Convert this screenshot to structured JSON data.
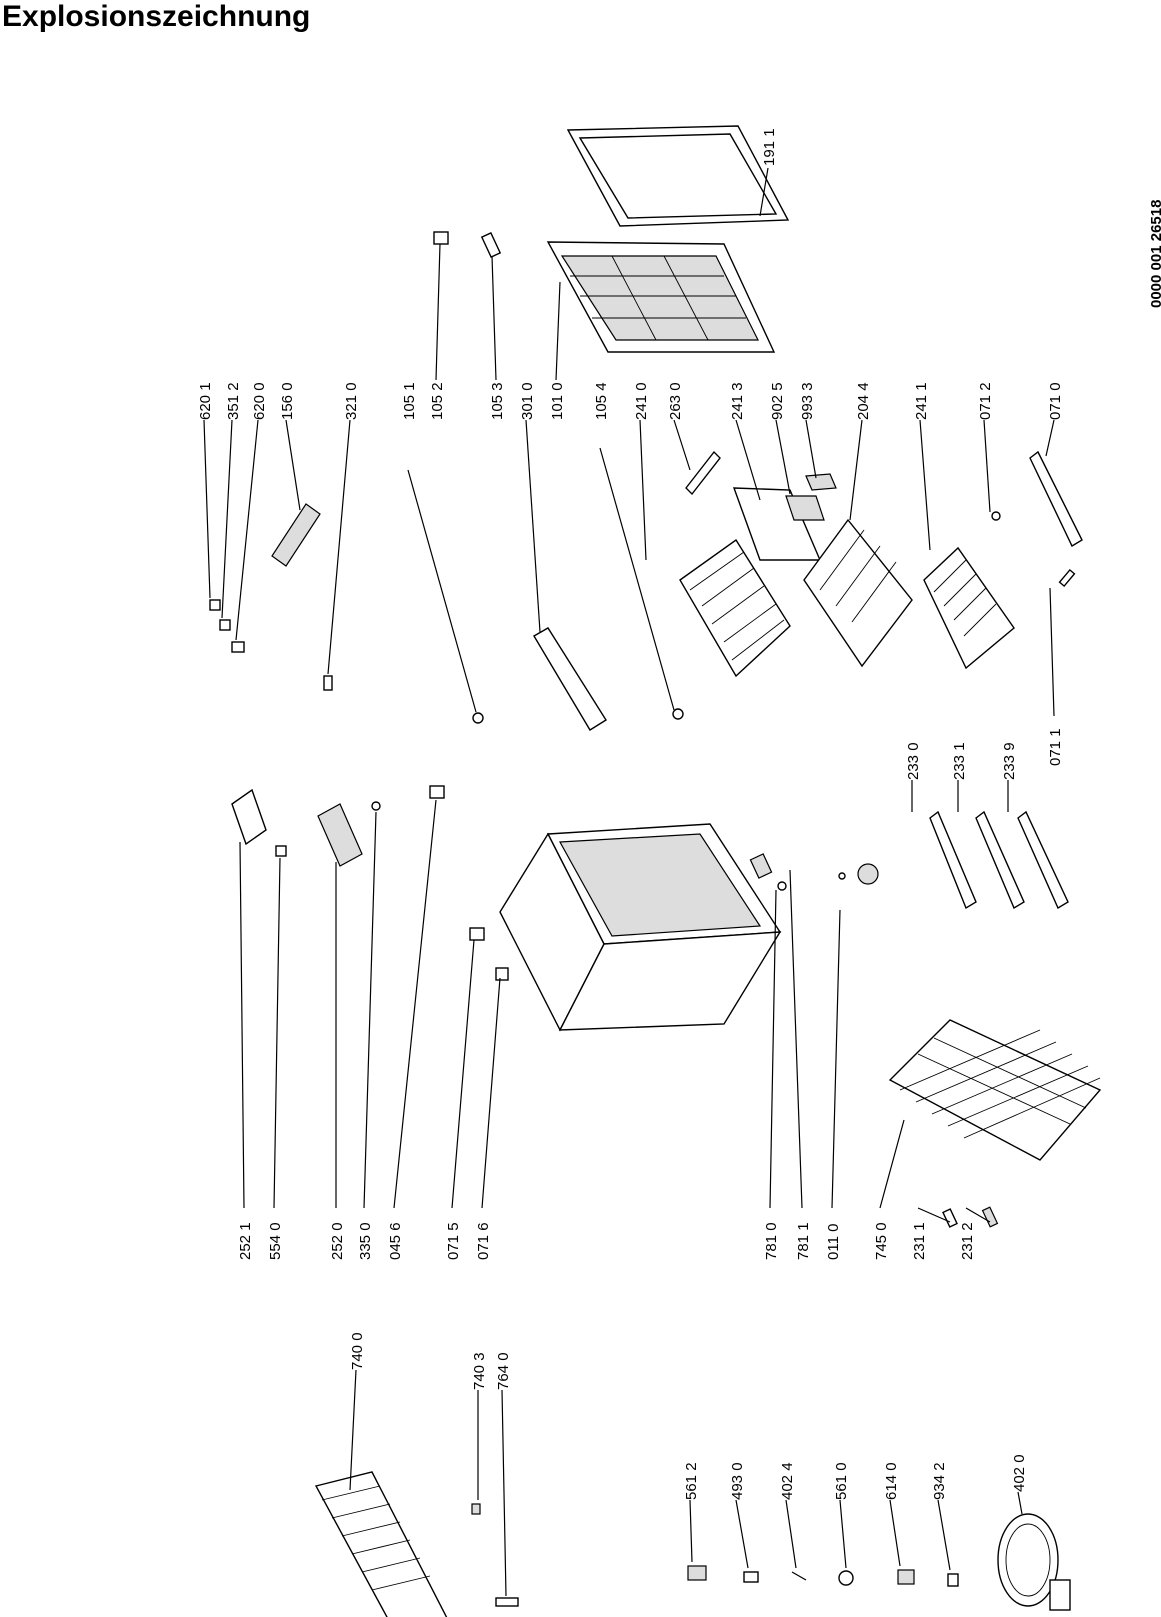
{
  "title": "Explosionszeichnung",
  "document_number": "0000 001 26518",
  "parts": [
    "620 1",
    "351 2",
    "620 0",
    "156 0",
    "321 0",
    "105 1",
    "105 2",
    "105 3",
    "301 0",
    "101 0",
    "105 4",
    "241 0",
    "263 0",
    "241 3",
    "902 5",
    "993 3",
    "204 4",
    "241 1",
    "071 2",
    "071 0",
    "191 1",
    "252 1",
    "554 0",
    "252 0",
    "335 0",
    "045 6",
    "071 5",
    "071 6",
    "781 0",
    "781 1",
    "011 0",
    "745 0",
    "231 1",
    "231 2",
    "233 0",
    "233 1",
    "233 9",
    "071 1",
    "740 0",
    "740 3",
    "764 0",
    "561 2",
    "493 0",
    "402 4",
    "561 0",
    "614 0",
    "934 2",
    "402 0"
  ]
}
